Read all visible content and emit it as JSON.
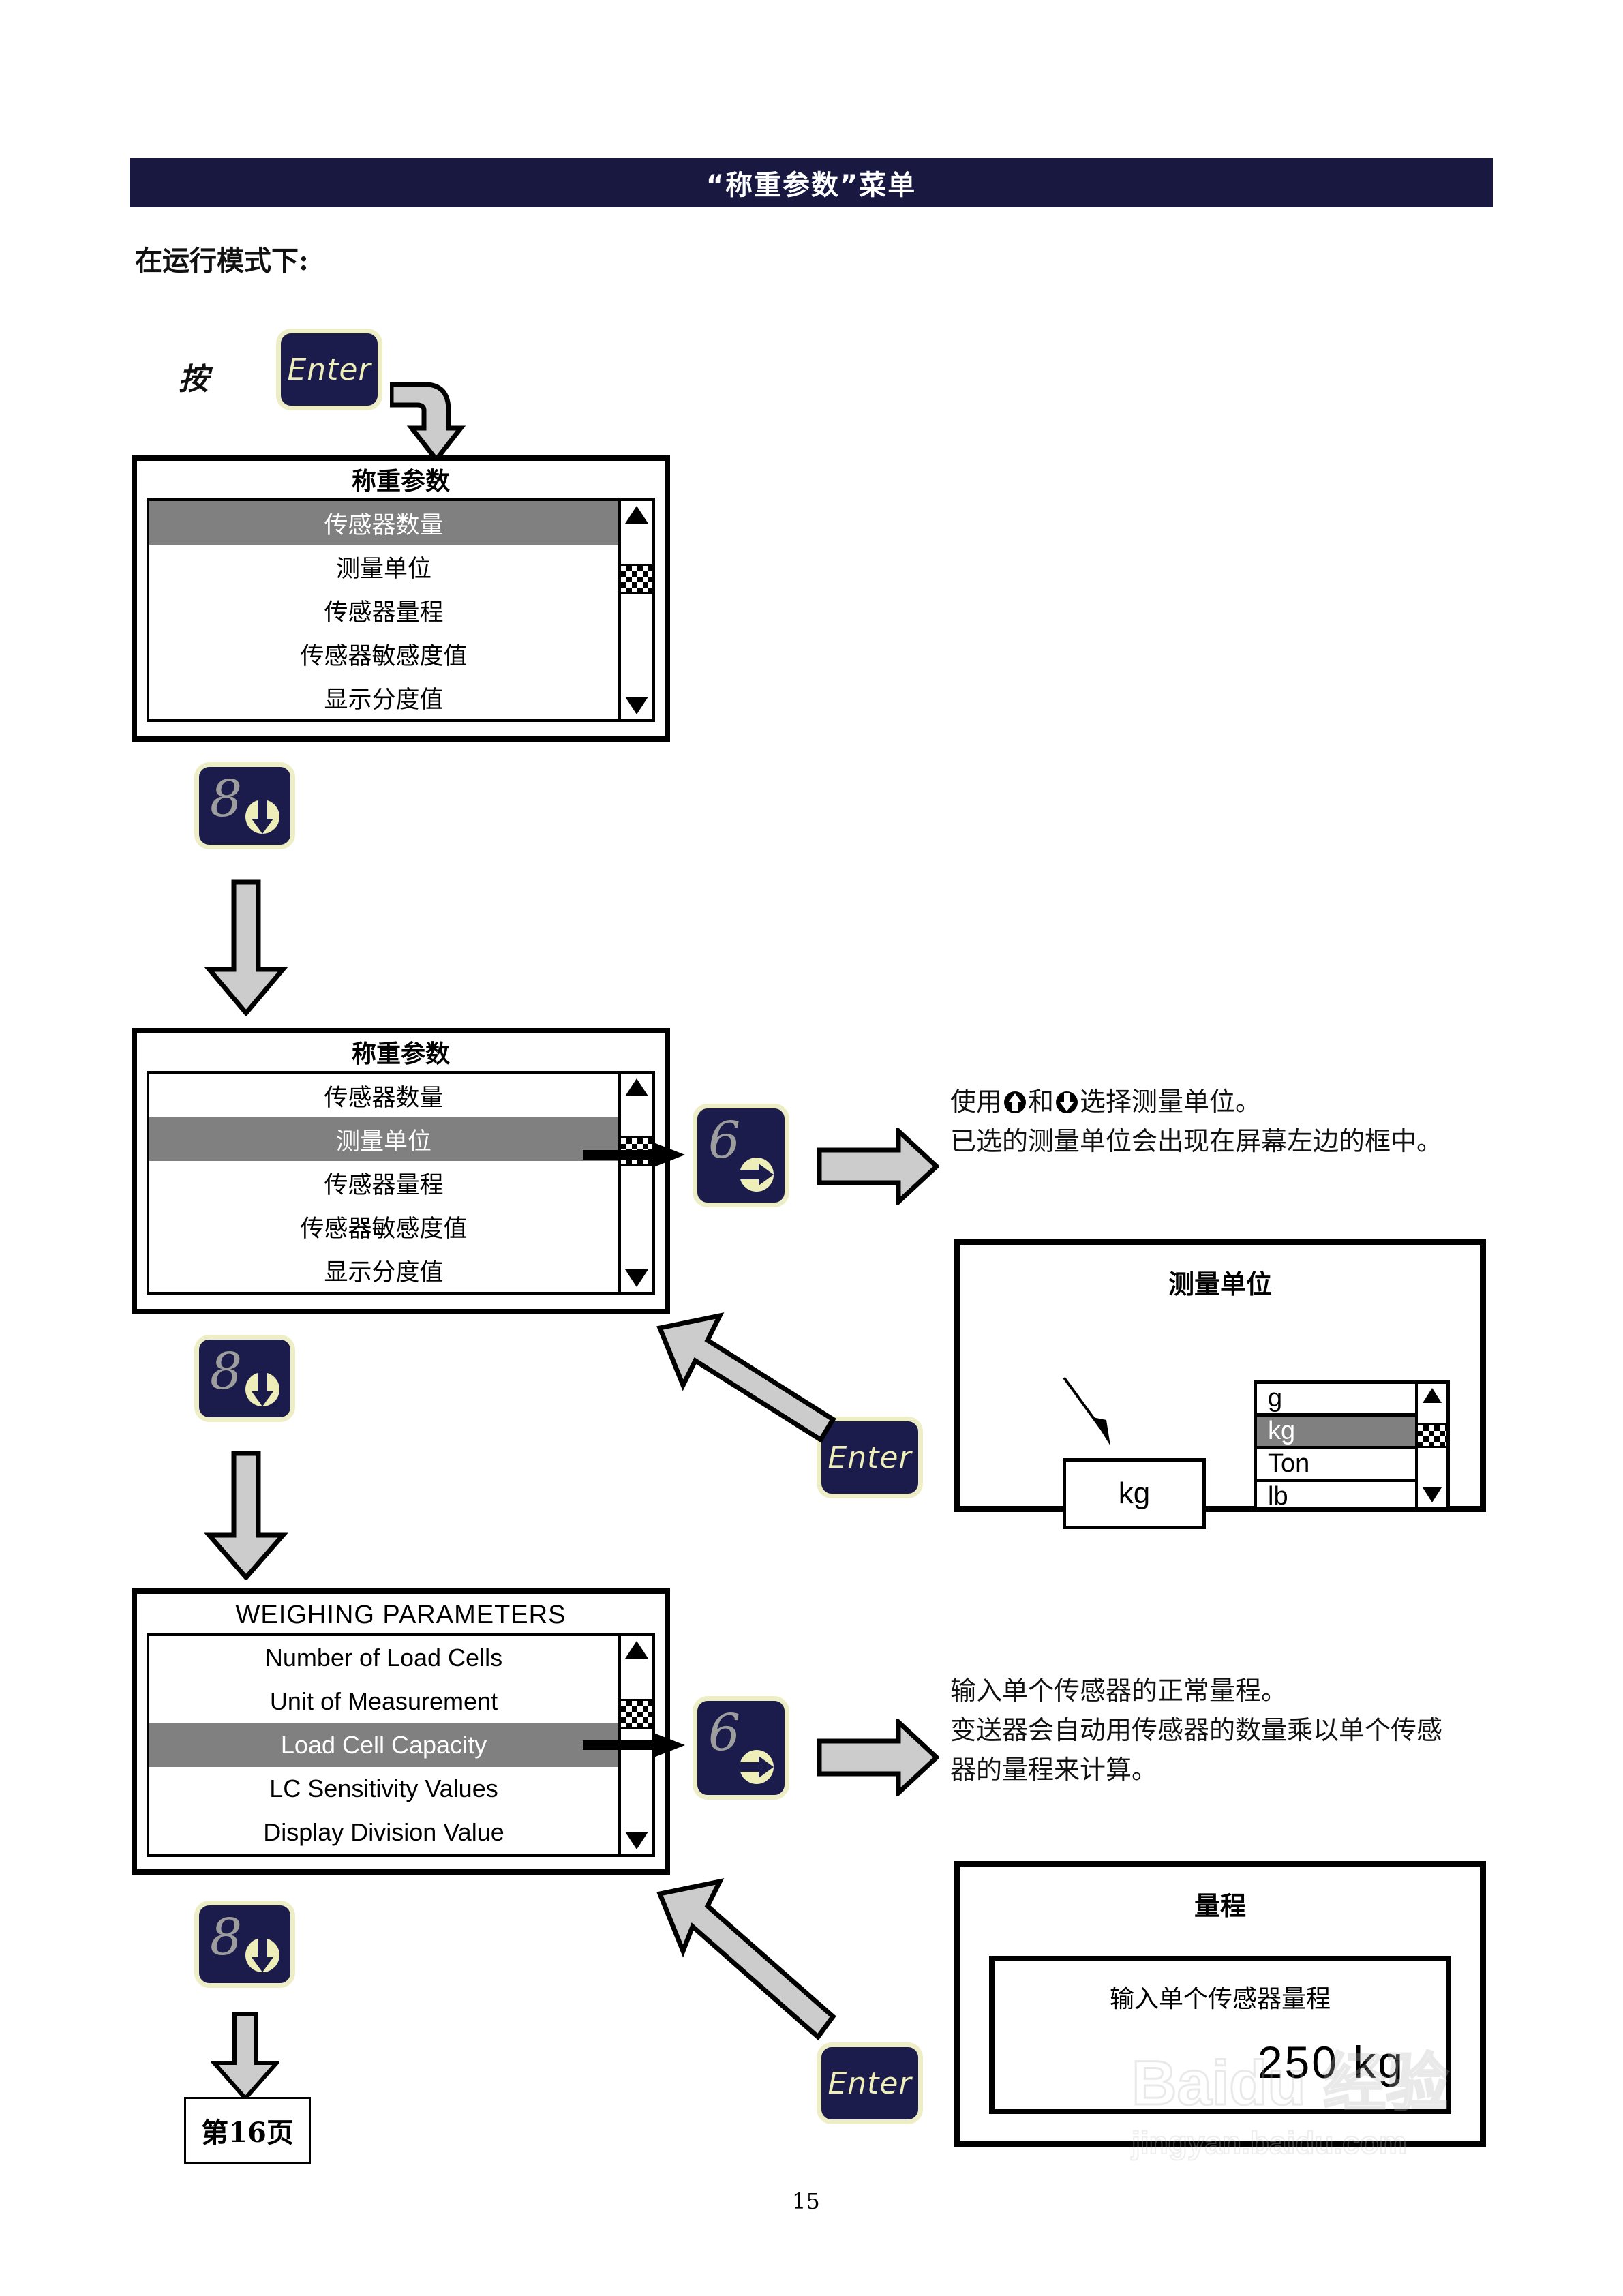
{
  "header": {
    "title": "“称重参数”菜单"
  },
  "intro": {
    "text": "在运行模式下:"
  },
  "press_label": "按",
  "keys": {
    "enter_label": "Enter",
    "digit8": "8",
    "digit6": "6",
    "icon_down": "arrow-down-circle-icon",
    "icon_right": "arrow-right-circle-icon"
  },
  "panel1": {
    "title": "称重参数",
    "items": [
      {
        "label": "传感器数量",
        "selected": true
      },
      {
        "label": "测量单位",
        "selected": false
      },
      {
        "label": "传感器量程",
        "selected": false
      },
      {
        "label": "传感器敏感度值",
        "selected": false
      },
      {
        "label": "显示分度值",
        "selected": false
      }
    ]
  },
  "panel2": {
    "title": "称重参数",
    "items": [
      {
        "label": "传感器数量",
        "selected": false
      },
      {
        "label": "测量单位",
        "selected": true
      },
      {
        "label": "传感器量程",
        "selected": false
      },
      {
        "label": "传感器敏感度值",
        "selected": false
      },
      {
        "label": "显示分度值",
        "selected": false
      }
    ]
  },
  "panel3": {
    "title": "WEIGHING PARAMETERS",
    "items": [
      {
        "label": "Number of Load Cells",
        "selected": false
      },
      {
        "label": "Unit of Measurement",
        "selected": false
      },
      {
        "label": "Load Cell Capacity",
        "selected": true
      },
      {
        "label": "LC Sensitivity Values",
        "selected": false
      },
      {
        "label": "Display Division Value",
        "selected": false
      }
    ]
  },
  "note1": {
    "line1_pre": "使用",
    "line1_mid": "和",
    "line1_post": "选择测量单位。",
    "line2": "已选的测量单位会出现在屏幕左边的框中。"
  },
  "note2": {
    "line1": "输入单个传感器的正常量程。",
    "line2": "变送器会自动用传感器的数量乘以单个传感",
    "line3": "器的量程来计算。"
  },
  "units_panel": {
    "title": "测量单位",
    "selected_value": "kg",
    "options": [
      {
        "label": "g",
        "selected": false
      },
      {
        "label": "kg",
        "selected": true
      },
      {
        "label": "Ton",
        "selected": false
      },
      {
        "label": "lb",
        "selected": false
      }
    ]
  },
  "capacity_panel": {
    "title": "量程",
    "prompt": "输入单个传感器量程",
    "value": "250 kg"
  },
  "page_ref": {
    "label": "第16页"
  },
  "folio": {
    "number": "15"
  },
  "watermark": {
    "brand": "Baidu 经验",
    "url": "jingyan.baidu.com"
  },
  "colors": {
    "navy": "#1c1c4c",
    "header_navy": "#181840",
    "key_border_cream": "#eeeec6",
    "key_text_cream": "#eeeeb8",
    "highlight_gray": "#808080",
    "arrow_gray": "#cccccc"
  }
}
